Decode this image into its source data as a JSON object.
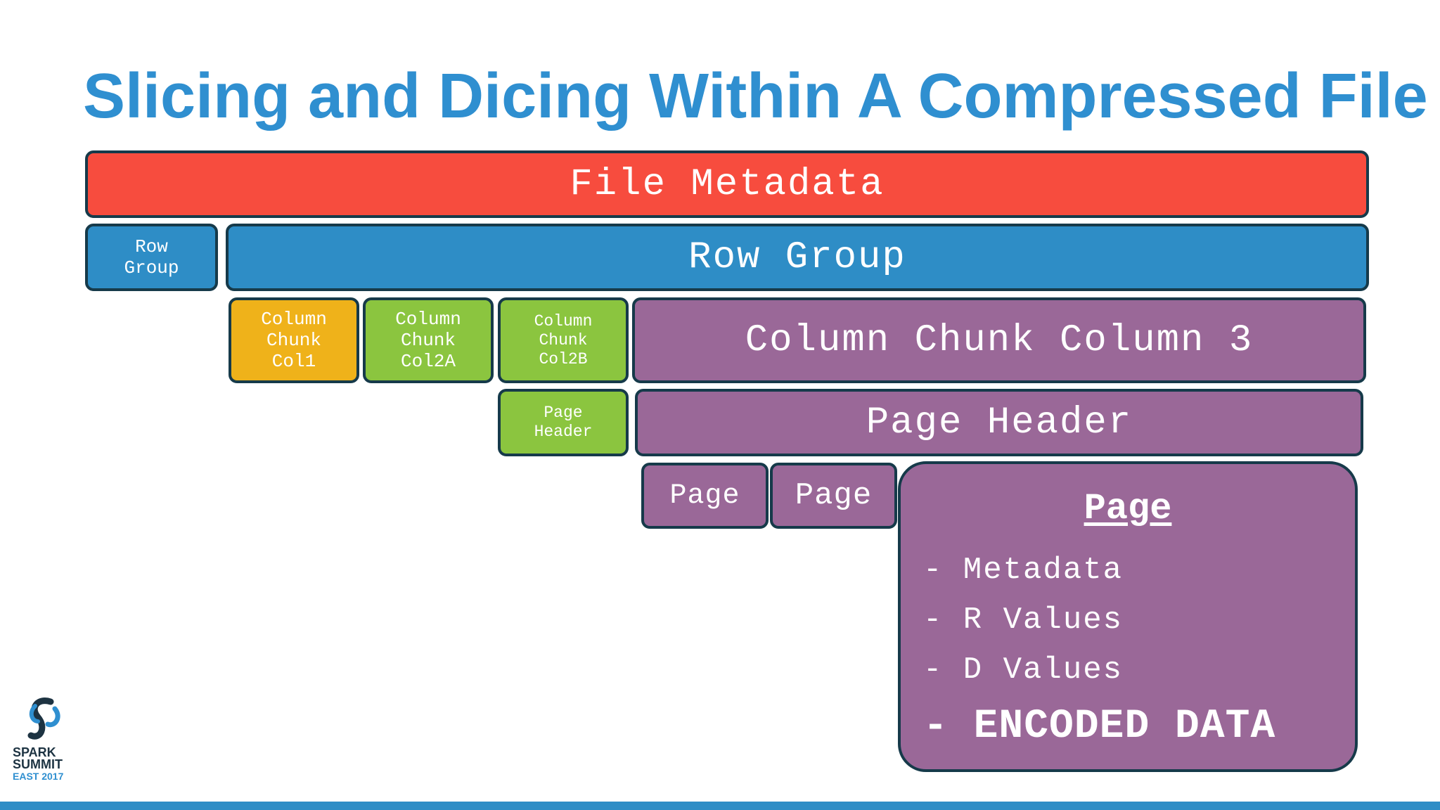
{
  "title": "Slicing and Dicing Within A Compressed File",
  "blocks": {
    "file_metadata": "File Metadata",
    "row_group_small": "Row\nGroup",
    "row_group": "Row Group",
    "column_chunk_col1": "Column\nChunk\nCol1",
    "column_chunk_col2a": "Column\nChunk\nCol2A",
    "column_chunk_col2b": "Column\nChunk\nCol2B",
    "column_chunk_col3": "Column Chunk Column 3",
    "page_header_small": "Page\nHeader",
    "page_header": "Page Header",
    "page_1": "Page",
    "page_2": "Page"
  },
  "page_detail": {
    "title": "Page",
    "items": [
      "- Metadata",
      "- R Values",
      "- D Values",
      "- ENCODED DATA"
    ]
  },
  "logo": {
    "line1": "SPARK",
    "line2": "SUMMIT",
    "line3": "EAST 2017"
  },
  "colors": {
    "title": "#2f8fd0",
    "file_metadata": "#f74c3e",
    "row_group": "#2e8dc6",
    "col1": "#efb21a",
    "col2": "#8bc53f",
    "col3": "#9a6898",
    "border": "#163a4a"
  }
}
